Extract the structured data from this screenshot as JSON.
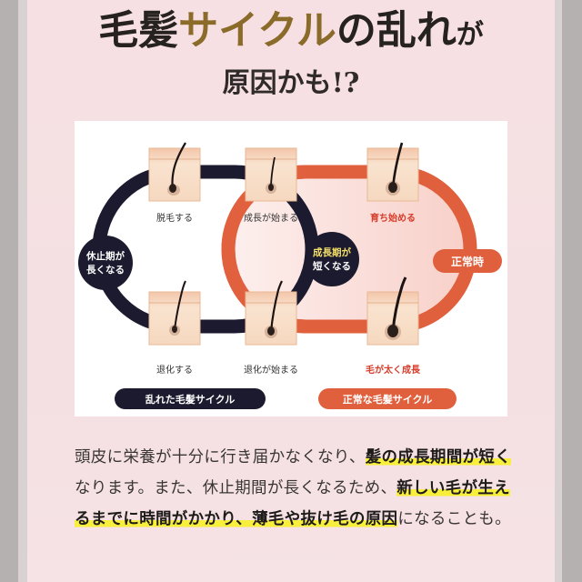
{
  "title": {
    "part1": "毛髪",
    "part2": "サイクル",
    "part3": "の乱れ",
    "part4": "が",
    "subtitle": "原因かも!?"
  },
  "diagram": {
    "nodes": {
      "shed": "脱毛する",
      "growth_start": "成長が始まる",
      "grow_begin": "育ち始める",
      "regress": "退化する",
      "regress_start": "退化が始まる",
      "hair_thick": "毛が太く成長"
    },
    "left_badge_line1": "休止期が",
    "left_badge_line2": "長くなる",
    "mid_badge_line1": "成長期が",
    "mid_badge_line2": "短くなる",
    "normal_tag": "正常時",
    "legend_disrupted": "乱れた毛髪サイクル",
    "legend_normal": "正常な毛髪サイクル",
    "colors": {
      "disrupted": "#1c1a2e",
      "normal": "#e0603e",
      "skin": "#f6dcc4"
    }
  },
  "body": {
    "s1": "頭皮に栄養が十分に行き届かなくなり、",
    "h1": "髪の成長期間が短く",
    "s2": "なります。また、休止期間が長くなるため、",
    "h2": "新しい毛が生えるまでに時間がかかり、薄毛や抜け毛の原因",
    "s3": "になることも。"
  }
}
